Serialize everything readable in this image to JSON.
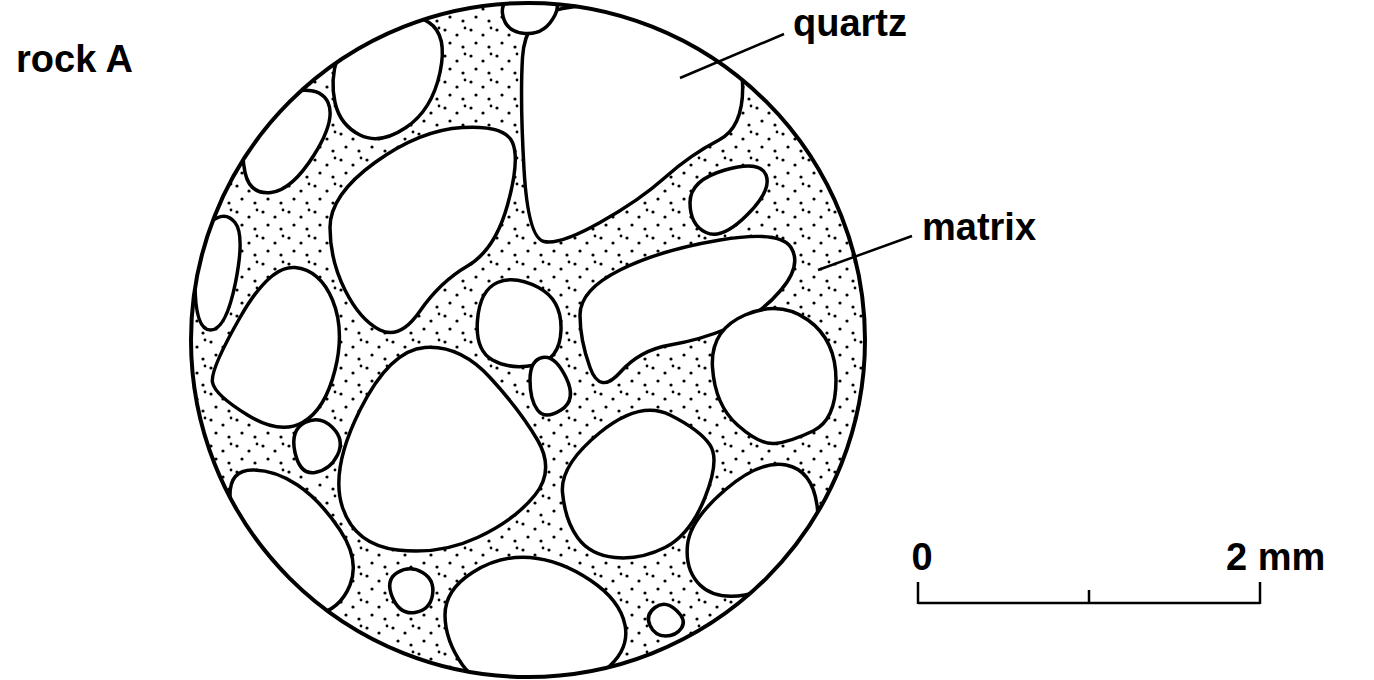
{
  "diagram": {
    "labels": [
      "rock A",
      "quartz",
      "matrix",
      "0",
      "2 mm"
    ]
  }
}
